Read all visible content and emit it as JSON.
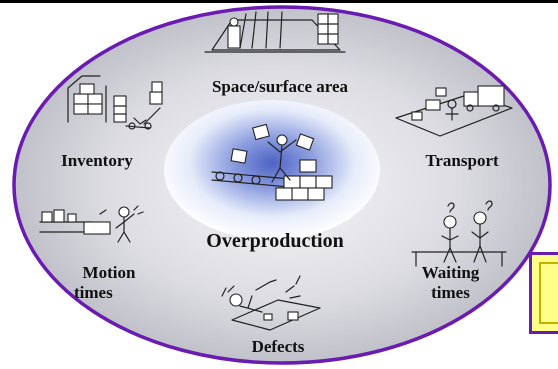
{
  "labels": {
    "space": "Space/surface area",
    "inventory": "Inventory",
    "transport": "Transport",
    "center": "Overproduction",
    "motion_line1": "Motion",
    "motion_line2": "times",
    "waiting_line1": "Waiting",
    "waiting_line2": "times",
    "defects": "Defects"
  },
  "colors": {
    "ellipse_border": "#6a1bb0",
    "center_glow": "#4d63c4",
    "sticky_note": "#ffff88"
  }
}
